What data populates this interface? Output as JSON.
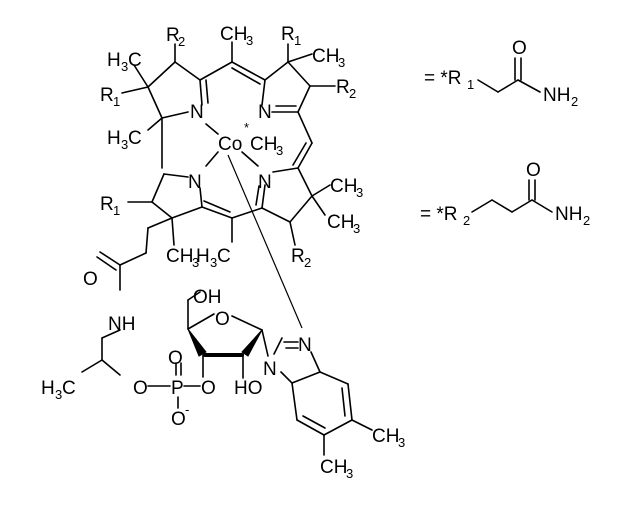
{
  "diagram": {
    "type": "chemical-structure",
    "compound_description": "Cobalamin corrin ring with Co–CH3 axial ligand, dimethylbenzimidazole nucleotide loop",
    "labels": {
      "r1": "R",
      "r1_sub": "1",
      "r2": "R",
      "r2_sub": "2",
      "h3c": "H",
      "h3c_sub": "3",
      "h3c_c": "C",
      "ch3_c": "CH",
      "ch3_sub": "3",
      "n": "N",
      "co": "Co",
      "star": "*",
      "o": "O",
      "oh": "OH",
      "ho": "HO",
      "nh": "NH",
      "p": "P",
      "o_minus": "O",
      "minus": "-",
      "nh2": "NH",
      "nh2_sub": "2"
    },
    "legend": [
      {
        "definition_prefix": "= *R",
        "sub": "1",
        "group": "CH2-C(=O)NH2",
        "amide": "NH",
        "amide_sub": "2",
        "carbonyl": "O"
      },
      {
        "definition_prefix": "= *R",
        "sub": "2",
        "group": "CH2-CH2-C(=O)NH2",
        "amide": "NH",
        "amide_sub": "2",
        "carbonyl": "O"
      }
    ]
  }
}
